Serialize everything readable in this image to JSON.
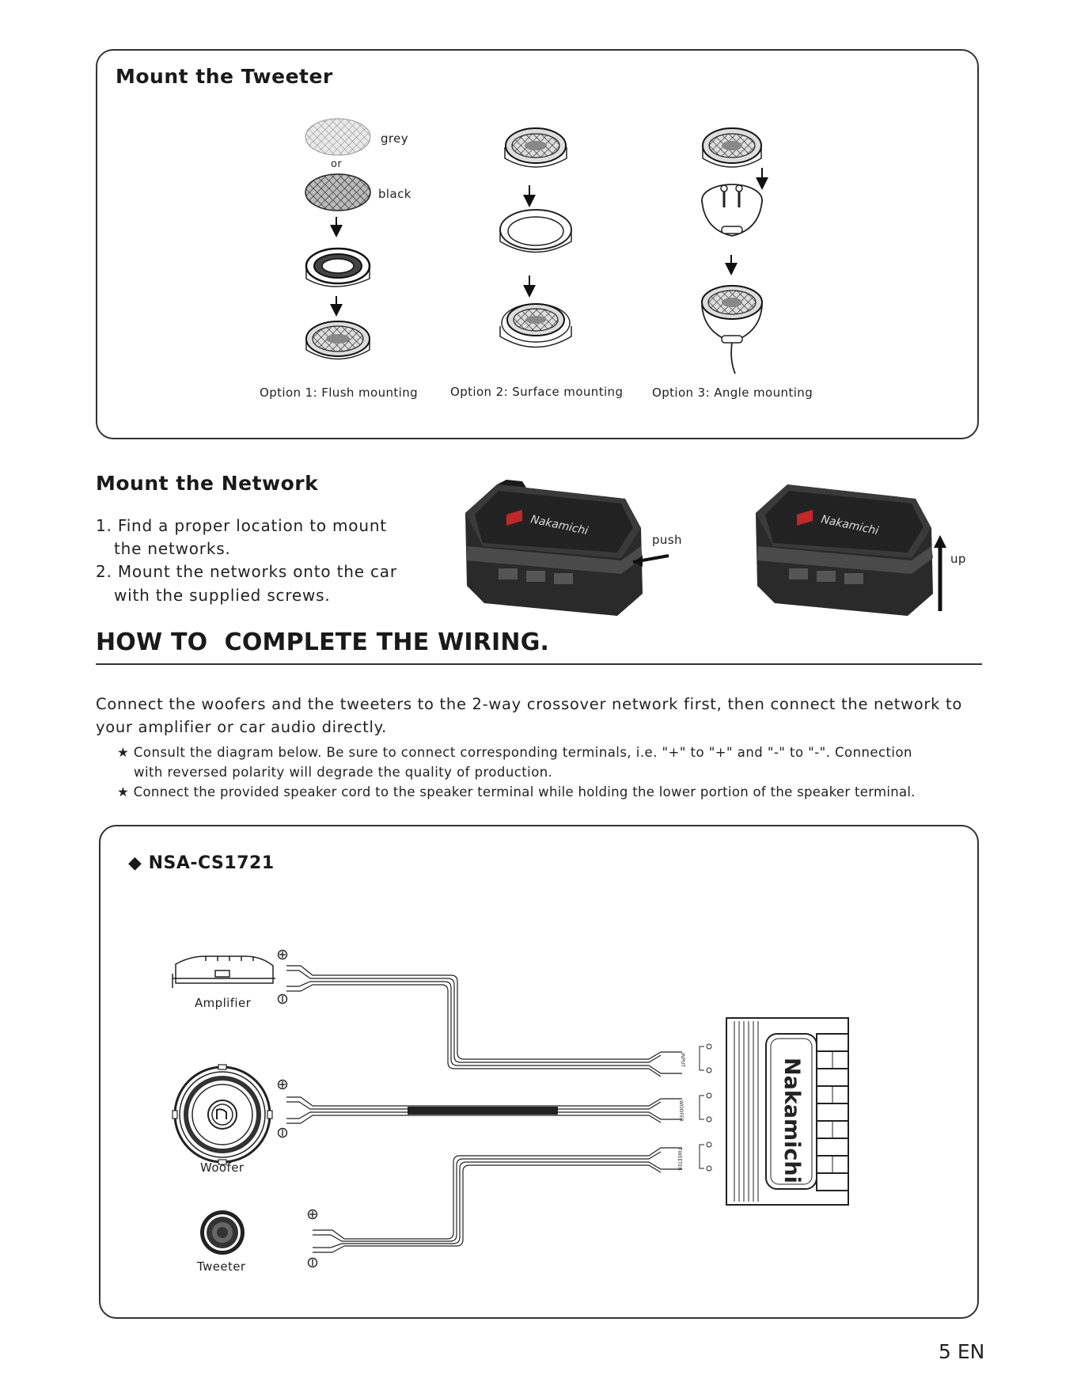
{
  "tweeter_section": {
    "title": "Mount the Tweeter",
    "grille_labels": {
      "grey": "grey",
      "or": "or",
      "black": "black"
    },
    "options": [
      {
        "label": "Option 1:  Flush mounting"
      },
      {
        "label": "Option 2:  Surface mounting"
      },
      {
        "label": "Option 3: Angle mounting"
      }
    ]
  },
  "network_section": {
    "title": "Mount the Network",
    "steps": [
      {
        "line1": "1. Find a proper location to mount",
        "line2": "the networks."
      },
      {
        "line1": "2. Mount the networks onto the car",
        "line2": "with the supplied screws."
      }
    ],
    "brand": "Nakamichi",
    "push_label": "push",
    "up_label": "up"
  },
  "wiring_section": {
    "heading": "HOW TO  COMPLETE THE WIRING.",
    "intro_line1": "Connect the woofers and the tweeters to the 2-way crossover network first, then connect the network to",
    "intro_line2": "your amplifier or car audio directly.",
    "note1_line1": "★ Consult the diagram below. Be sure to connect corresponding terminals,  i.e. \"+\" to \"+\" and \"-\" to \"-\". Connection",
    "note1_line2": "with reversed polarity will degrade  the quality of production.",
    "note2": "★ Connect the provided speaker cord to the speaker terminal while holding the lower portion of the speaker terminal."
  },
  "diagram": {
    "model": "◆ NSA-CS1721",
    "components": {
      "amplifier": "Amplifier",
      "woofer": "Woofer",
      "tweeter": "Tweeter"
    },
    "terminal_labels": {
      "input": "INPUT",
      "woofer": "WOOFER",
      "tweeter": "TWEETER"
    },
    "brand": "Nakamichi"
  },
  "page_number": "5 EN"
}
